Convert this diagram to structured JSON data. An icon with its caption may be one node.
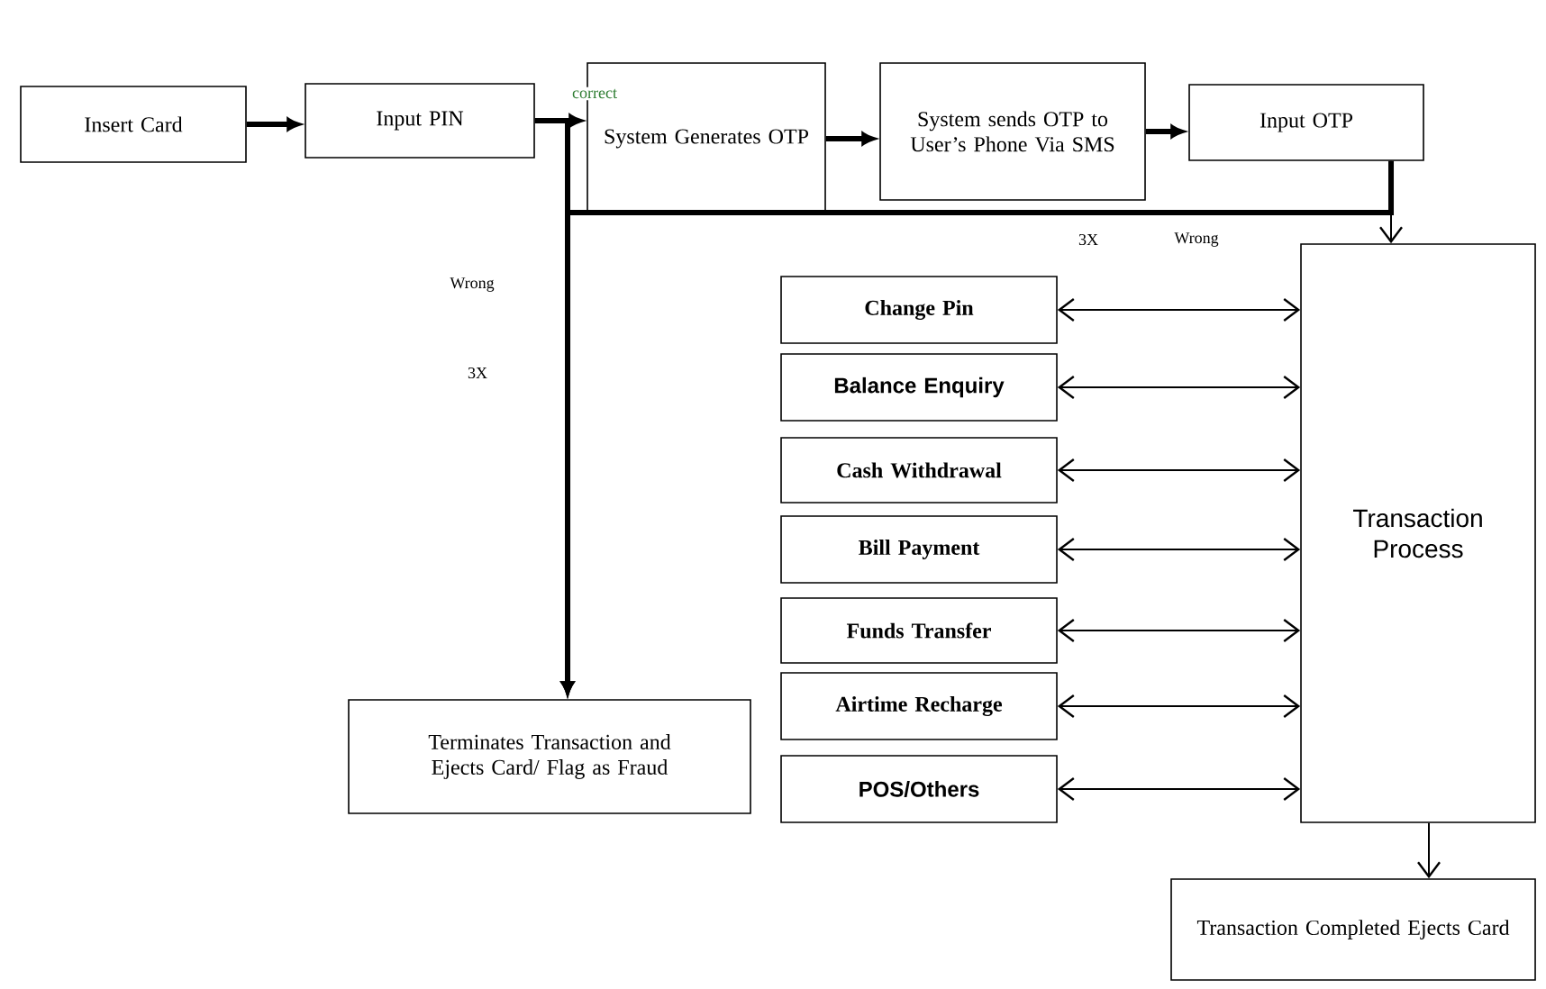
{
  "diagram": {
    "nodes": [
      {
        "text": [
          "Insert Card"
        ]
      },
      {
        "text": [
          "Input PIN"
        ]
      },
      {
        "text": [
          "System Generates OTP"
        ]
      },
      {
        "text": [
          "System sends OTP to User’s Phone Via SMS"
        ]
      },
      {
        "text": [
          "Input OTP"
        ]
      },
      {
        "text": [
          "Change Pin"
        ]
      },
      {
        "text": [
          "Balance Enquiry"
        ]
      },
      {
        "text": [
          "Cash Withdrawal"
        ]
      },
      {
        "text": [
          "Bill Payment"
        ]
      },
      {
        "text": [
          "Funds Transfer"
        ]
      },
      {
        "text": [
          "Airtime Recharge"
        ]
      },
      {
        "text": [
          "POS/Others"
        ]
      },
      {
        "text": [
          "Transaction Process"
        ]
      },
      {
        "text": [
          "Terminates Transaction and Ejects Card/ Flag as Fraud"
        ]
      },
      {
        "text": [
          "Transaction Completed Ejects Card"
        ]
      }
    ],
    "edges": [
      {
        "from": 0,
        "to": 1,
        "arrow": "to",
        "style": "thick"
      },
      {
        "from": 1,
        "to": 2,
        "arrow": "to",
        "style": "thick",
        "label": "correct"
      },
      {
        "from": 2,
        "to": 3,
        "arrow": "to",
        "style": "thick"
      },
      {
        "from": 3,
        "to": 4,
        "arrow": "to",
        "style": "thick"
      },
      {
        "from": 4,
        "to": 12,
        "arrow": "to"
      },
      {
        "from": 1,
        "to": 13,
        "arrow": "to",
        "style": "thick",
        "label": "Wrong"
      },
      {
        "from": 4,
        "to": 13,
        "arrow": "to",
        "style": "thick",
        "label": "Wrong"
      },
      {
        "from": 5,
        "to": 12,
        "arrow": "both"
      },
      {
        "from": 6,
        "to": 12,
        "arrow": "both"
      },
      {
        "from": 7,
        "to": 12,
        "arrow": "both"
      },
      {
        "from": 8,
        "to": 12,
        "arrow": "both"
      },
      {
        "from": 9,
        "to": 12,
        "arrow": "both"
      },
      {
        "from": 10,
        "to": 12,
        "arrow": "both"
      },
      {
        "from": 11,
        "to": 12,
        "arrow": "both"
      },
      {
        "from": 12,
        "to": 14,
        "arrow": "to"
      }
    ],
    "labels": [
      "3X",
      "3X"
    ]
  }
}
